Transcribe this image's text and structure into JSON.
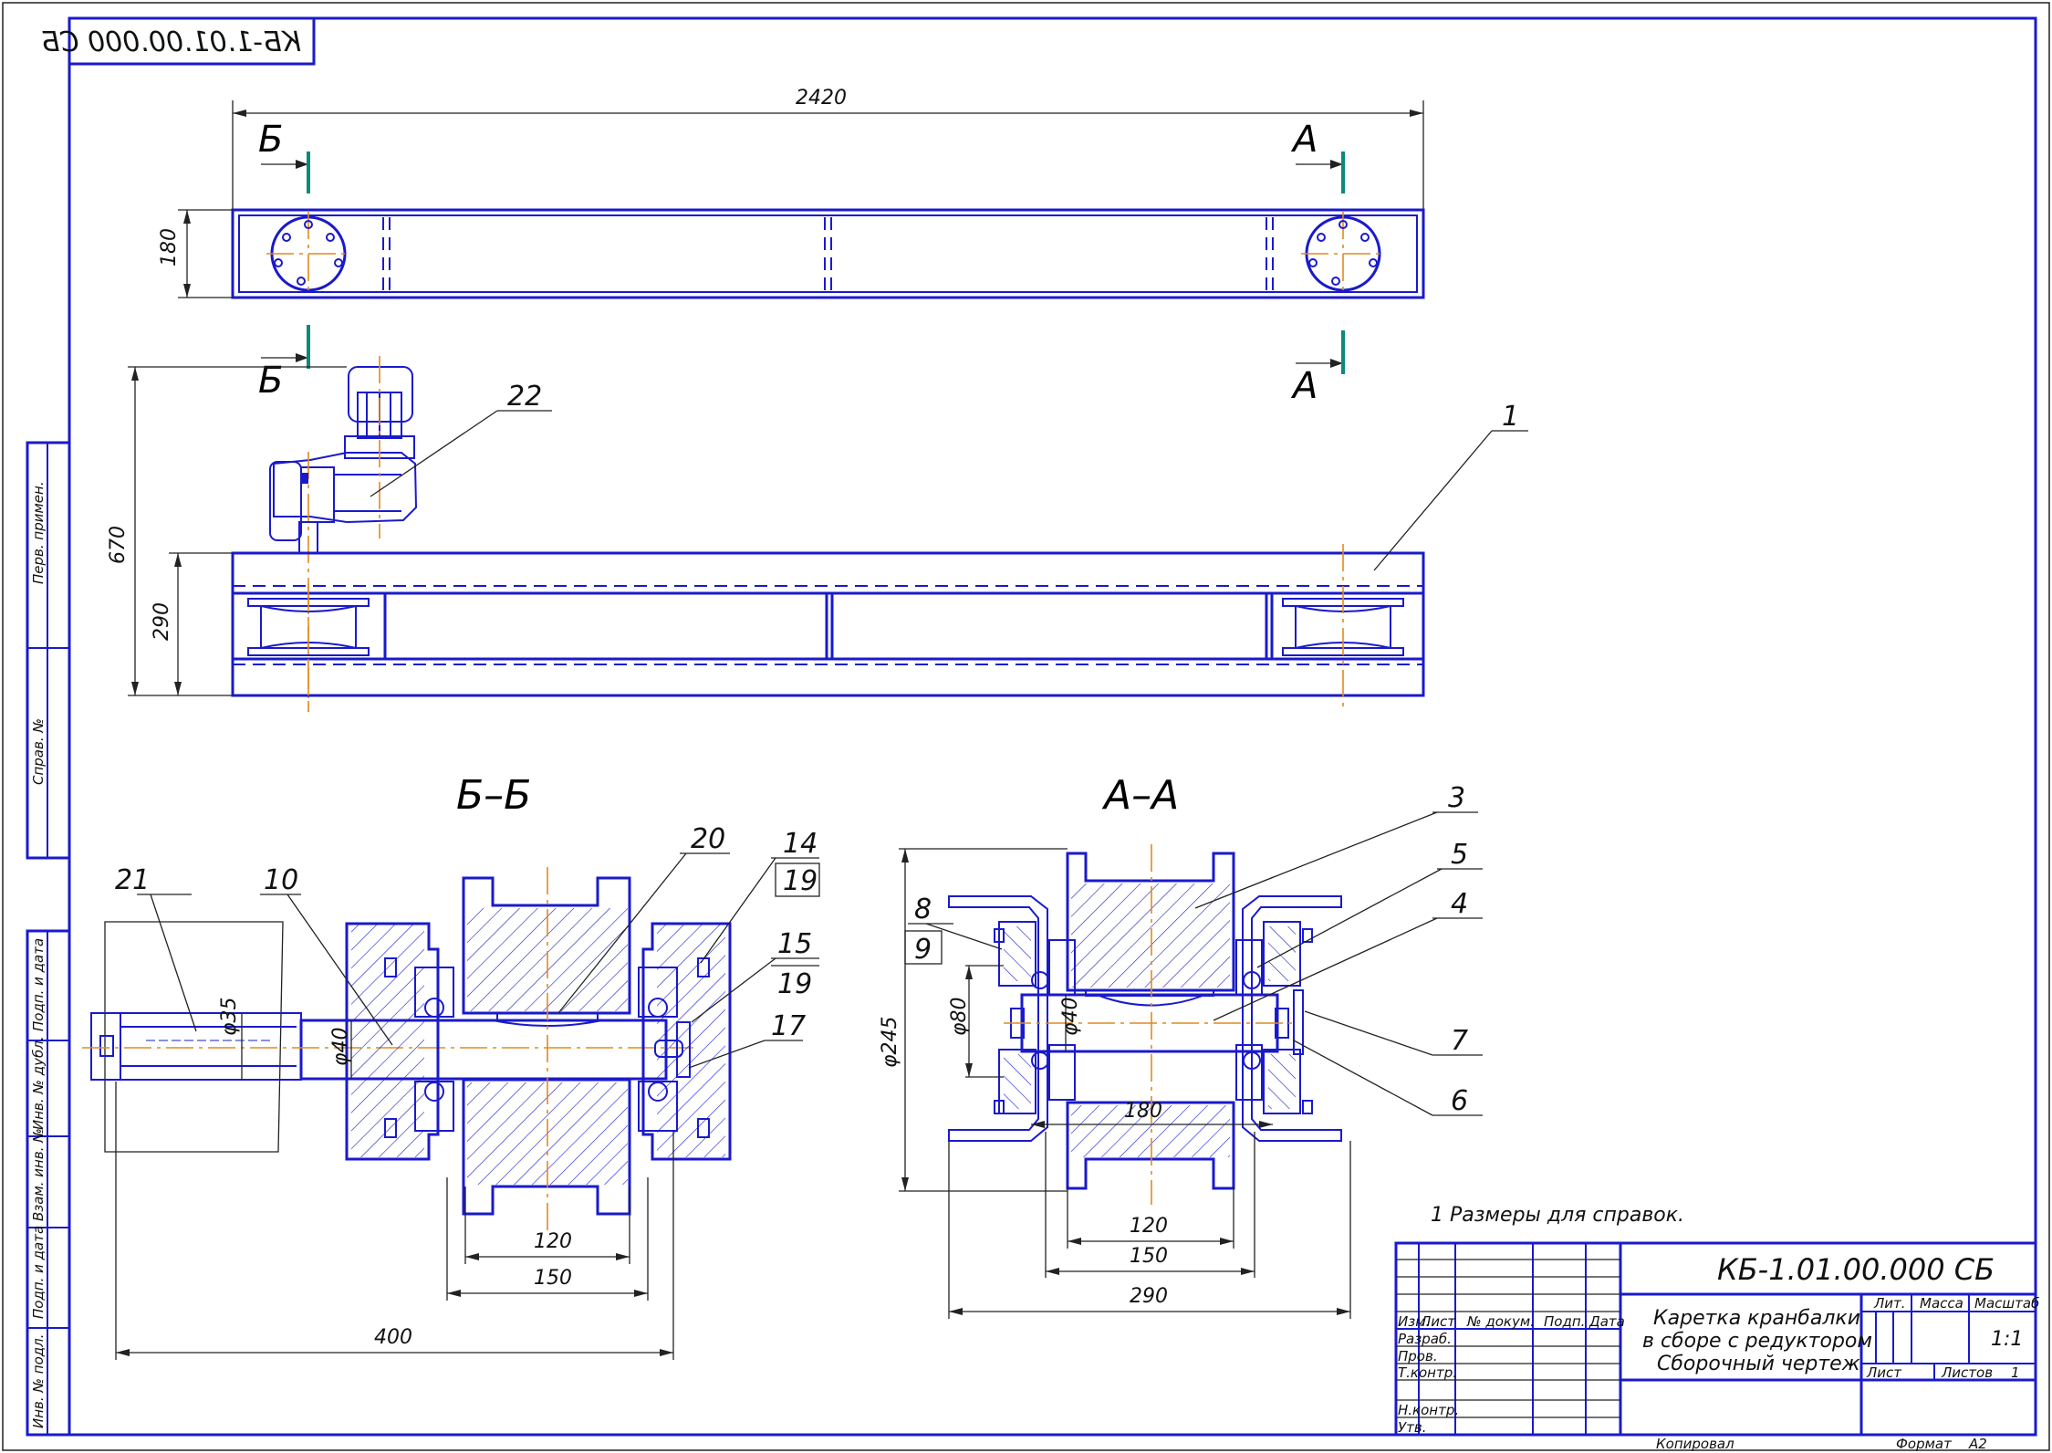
{
  "stamp": {
    "code_mirrored": "КБ-1.01.00.000 СБ"
  },
  "side_labels": [
    "Перв. примен.",
    "Справ. №",
    "Подп. и дата",
    "Инв. № дубл.",
    "Взам. инв. №",
    "Подп. и дата",
    "Инв. № подл."
  ],
  "dims": {
    "total_length": "2420",
    "height_top": "180",
    "height_total": "670",
    "height_frame": "290",
    "bb_shaft": "φ40",
    "bb_key": "φ35",
    "bb_120": "120",
    "bb_150": "150",
    "bb_400": "400",
    "aa_245": "φ245",
    "aa_80": "φ80",
    "aa_40": "φ40",
    "aa_180": "180",
    "aa_120": "120",
    "aa_150": "150",
    "aa_290": "290"
  },
  "section_marks": {
    "b_top": "Б",
    "b_bottom": "Б",
    "a_top": "А",
    "a_bottom": "А"
  },
  "section_titles": {
    "bb": "Б–Б",
    "aa": "А–А"
  },
  "callouts": {
    "p1": "1",
    "p3": "3",
    "p4": "4",
    "p5": "5",
    "p6": "6",
    "p7": "7",
    "p8": "8",
    "p9": "9",
    "p10": "10",
    "p14": "14",
    "p15": "15",
    "p17": "17",
    "p19a": "19",
    "p19b": "19",
    "p20": "20",
    "p21": "21",
    "p22": "22"
  },
  "note": "1 Размеры для справок.",
  "title_block": {
    "designation": "КБ-1.01.00.000 СБ",
    "name_line1": "Каретка кранбалки",
    "name_line2": "в сборе с редуктором",
    "name_line3": "Сборочный чертеж",
    "col_izm": "Изм.",
    "col_list": "Лист",
    "col_doc": "№ докум.",
    "col_sign": "Подп.",
    "col_date": "Дата",
    "row_razrab": "Разраб.",
    "row_prov": "Пров.",
    "row_tkontr": "Т.контр.",
    "row_nkontr": "Н.контр.",
    "row_utv": "Утв.",
    "lit": "Лит.",
    "massa": "Масса",
    "masshtab": "Масштаб",
    "scale_value": "1:1",
    "sheet": "Лист",
    "sheets": "Листов",
    "sheets_value": "1"
  },
  "footer": {
    "copied": "Копировал",
    "format_label": "Формат",
    "format_value": "А2"
  }
}
